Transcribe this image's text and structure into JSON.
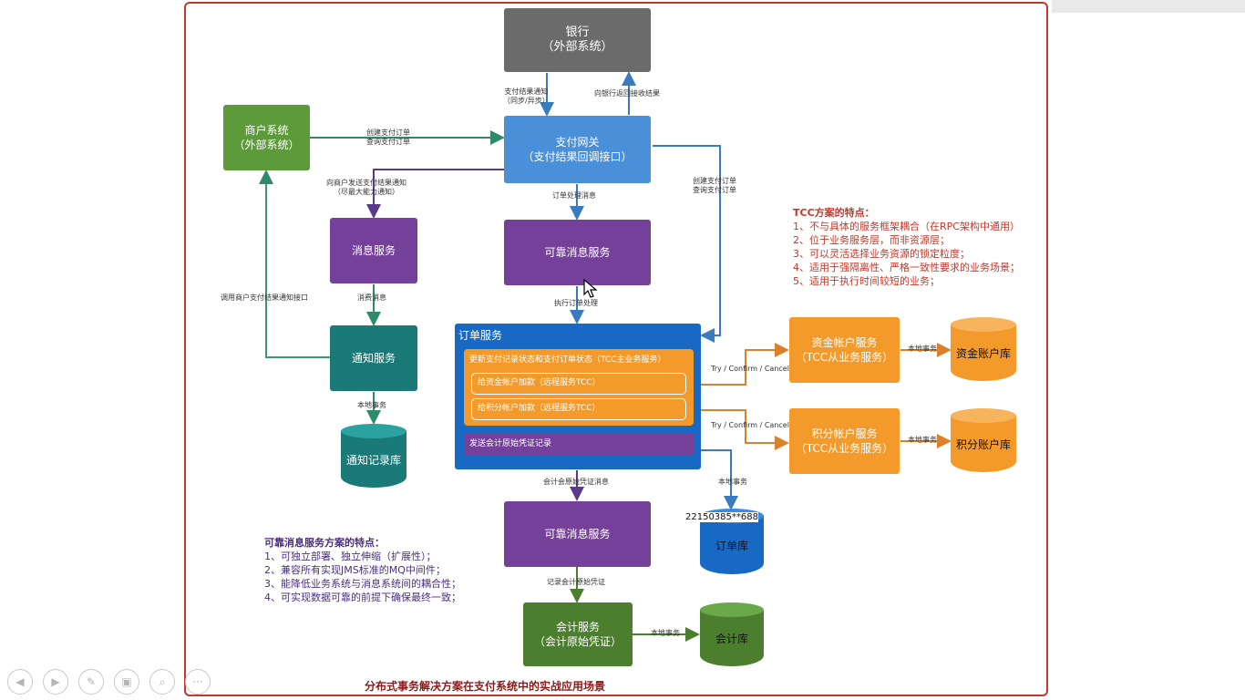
{
  "nodes": {
    "bank": "银行\n（外部系统）",
    "merchant": "商户系统\n（外部系统）",
    "gateway": "支付网关\n（支付结果回调接口）",
    "message_service": "消息服务",
    "reliable_mq_1": "可靠消息服务",
    "notify_service": "通知服务",
    "notify_db": "通知记录库",
    "order_service_title": "订单服务",
    "order_main": "更新支付记录状态和支付订单状态（TCC主业务服务）",
    "order_sub1": "给资金帐户加款（远程服务TCC）",
    "order_sub2": "给积分帐户加款（远程服务TCC）",
    "order_send": "发送会计原始凭证记录",
    "fund_service": "资金帐户服务\n（TCC从业务服务）",
    "fund_db": "资金账户库",
    "points_service": "积分帐户服务\n（TCC从业务服务）",
    "points_db": "积分账户库",
    "reliable_mq_2": "可靠消息服务",
    "order_db": "订单库",
    "accounting_service": "会计服务\n（会计原始凭证）",
    "accounting_db": "会计库"
  },
  "edges": {
    "bank_notify": "支付结果通知\n（同步/异步）",
    "bank_return": "向银行返回接收结果",
    "merchant_create": "创建支付订单\n查询支付订单",
    "merchant_notify": "向商户发送支付结果通知\n（尽最大能力通知）",
    "call_merchant": "调用商户支付结果通知接口",
    "order_msg": "订单处理消息",
    "exec_order": "执行订单处理",
    "consume": "消费消息",
    "local_tx_notify": "本地事务",
    "gateway_order": "创建支付订单\n查询支付订单",
    "tcc1": "Try / Confirm / Cancel",
    "tcc2": "Try / Confirm / Cancel",
    "local_tx_fund": "本地事务",
    "local_tx_points": "本地事务",
    "local_tx_order": "本地事务",
    "accounting_msg": "会计会原始凭证消息",
    "record_voucher": "记录会计原始凭证",
    "local_tx_accounting": "本地事务"
  },
  "tcc_notes": {
    "title": "TCC方案的特点：",
    "items": [
      "1、不与具体的服务框架耦合（在RPC架构中通用）",
      "2、位于业务服务层，而非资源层；",
      "3、可以灵活选择业务资源的锁定粒度；",
      "4、适用于强隔离性、严格一致性要求的业务场景；",
      "5、适用于执行时间较短的业务；"
    ]
  },
  "mq_notes": {
    "title": "可靠消息服务方案的特点：",
    "items": [
      "1、可独立部署、独立伸缩（扩展性）；",
      "2、兼容所有实现JMS标准的MQ中间件；",
      "3、能降低业务系统与消息系统间的耦合性；",
      "4、可实现数据可靠的前提下确保最终一致；"
    ]
  },
  "caption": "分布式事务解决方案在支付系统中的实战应用场景",
  "watermark": "22150385**688",
  "toolbar": {
    "icons": [
      "prev-icon",
      "next-icon",
      "pen-icon",
      "slides-icon",
      "zoom-icon",
      "more-icon"
    ],
    "more_label": "···"
  },
  "colors": {
    "frame": "#c0392b",
    "gateway": "#4a90d9",
    "purple": "#74409a",
    "orange": "#f39a2a",
    "green": "#5d9a3a",
    "teal": "#1a7a78",
    "order": "#1769c4",
    "gray": "#6b6b6b"
  }
}
